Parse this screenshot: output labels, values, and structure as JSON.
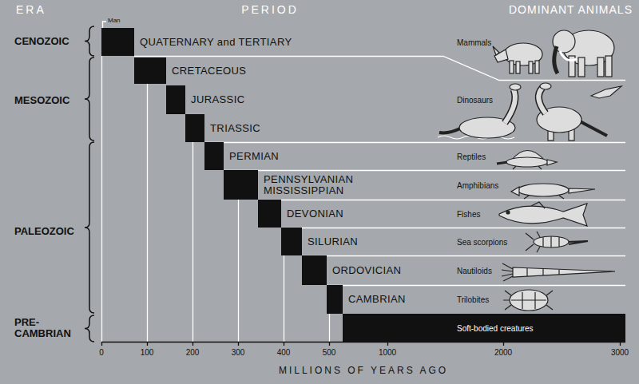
{
  "diagram": {
    "nodes": [
      {
        "text": [
          "QUATERNARY and TERTIARY",
          "Mammals"
        ]
      },
      {
        "text": [
          "CRETACEOUS"
        ]
      },
      {
        "text": [
          "JURASSIC",
          "Dinosaurs"
        ]
      },
      {
        "text": [
          "TRIASSIC"
        ]
      },
      {
        "text": [
          "PERMIAN",
          "Reptiles"
        ]
      },
      {
        "text": [
          "PENNSYLVANIAN MISSISSIPPIAN",
          "Amphibians"
        ]
      },
      {
        "text": [
          "DEVONIAN",
          "Fishes"
        ]
      },
      {
        "text": [
          "SILURIAN",
          "Sea scorpions"
        ]
      },
      {
        "text": [
          "ORDOVICIAN",
          "Nautiloids"
        ]
      },
      {
        "text": [
          "CAMBRIAN",
          "Trilobites"
        ]
      },
      {
        "text": [
          "Soft-bodied creatures"
        ]
      }
    ],
    "labels": [
      "ERA",
      "PERIOD",
      "DOMINANT ANIMALS",
      "Man",
      "CENOZOIC",
      "MESOZOIC",
      "PALEOZOIC",
      "PRE- CAMBRIAN",
      "0",
      "100",
      "200",
      "300",
      "400",
      "500",
      "1000",
      "2000",
      "3000",
      "MILLIONS OF YEARS AGO"
    ]
  }
}
